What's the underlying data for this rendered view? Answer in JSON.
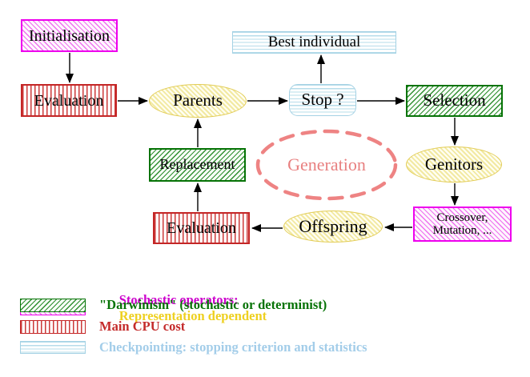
{
  "diagram": {
    "nodes": {
      "initialisation": {
        "label": "Initialisation"
      },
      "evaluation_top": {
        "label": "Evaluation"
      },
      "parents": {
        "label": "Parents"
      },
      "best_individual": {
        "label": "Best individual"
      },
      "stop": {
        "label": "Stop ?"
      },
      "selection": {
        "label": "Selection"
      },
      "replacement": {
        "label": "Replacement"
      },
      "generation": {
        "label": "Generation"
      },
      "genitors": {
        "label": "Genitors"
      },
      "evaluation_bottom": {
        "label": "Evaluation"
      },
      "offspring": {
        "label": "Offspring"
      },
      "crossover_mutation": {
        "line1": "Crossover,",
        "line2": "Mutation, ..."
      }
    },
    "colors": {
      "stochastic_magenta": "#ee00ee",
      "darwinism_green": "#067306",
      "cpu_red": "#c42626",
      "checkpoint_blue": "#a5d2e4",
      "population_yellow": "#e2cc55",
      "generation_salmon": "#ee8383",
      "arrow_black": "#000000",
      "legend_gold_text": "#eed020"
    }
  },
  "legend": {
    "items": [
      {
        "swatch": "magenta-diagonal-hatch",
        "label": "Stochastic operators:",
        "label2": "Representation dependent"
      },
      {
        "swatch": "green-diagonal-hatch",
        "label": "\"Darwinism\" (stochastic or determinist)"
      },
      {
        "swatch": "red-vertical-stripes",
        "label": "Main CPU cost"
      },
      {
        "swatch": "blue-horizontal-stripes",
        "label": "Checkpointing: stopping criterion and statistics"
      }
    ]
  }
}
